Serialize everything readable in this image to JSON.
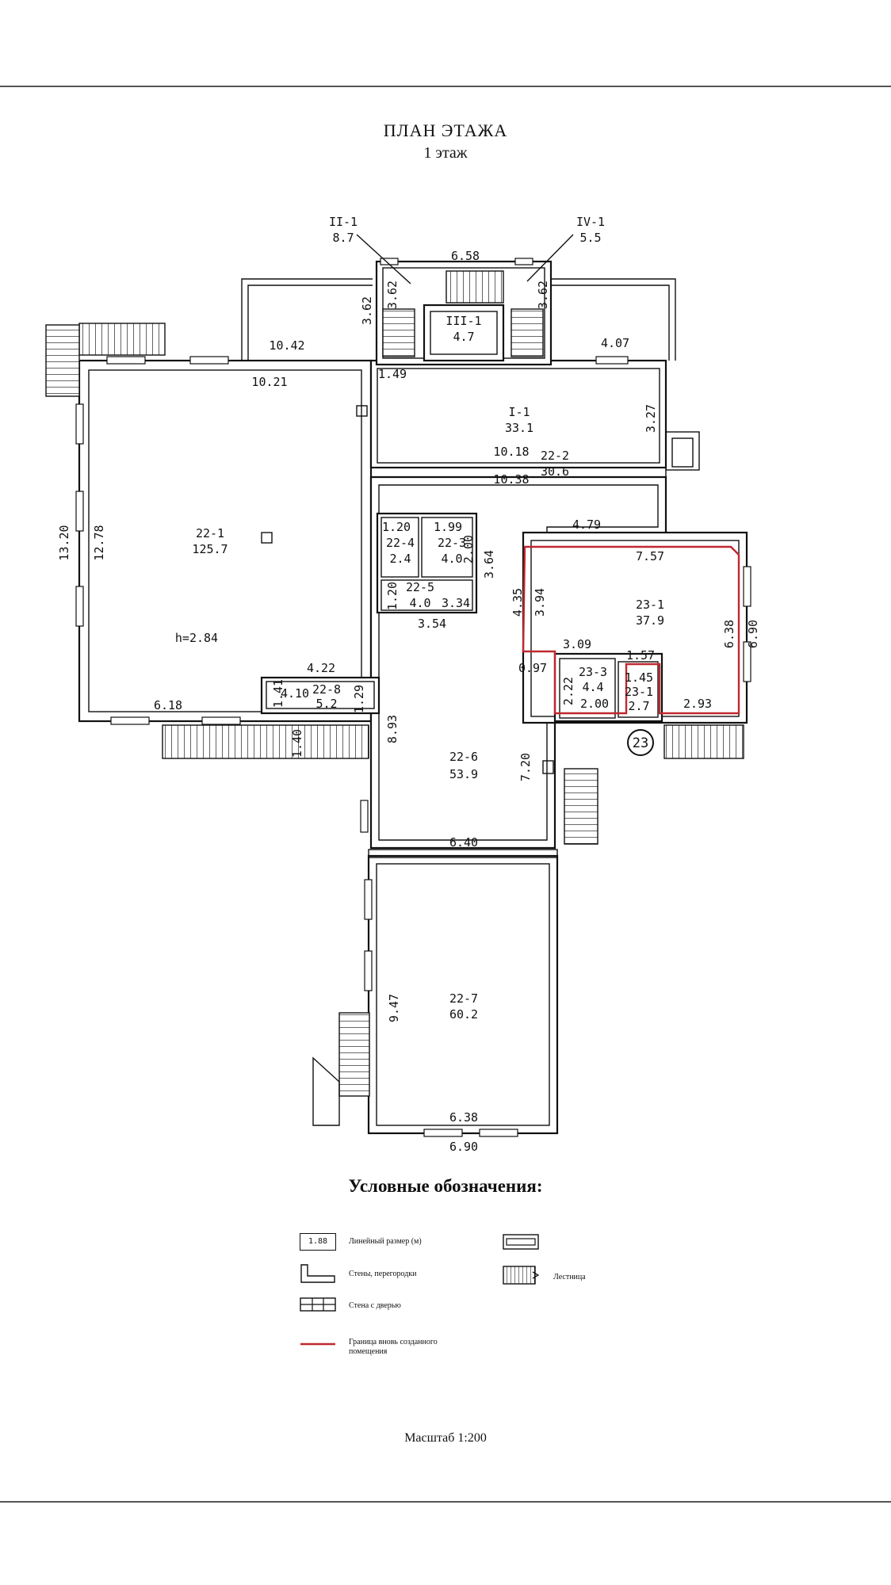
{
  "title": "ПЛАН ЭТАЖА",
  "subtitle": "1 этаж",
  "rooms": {
    "r22_1": {
      "id": "22-1",
      "area": "125.7"
    },
    "r22_2": {
      "id": "22-2",
      "area": "30.6"
    },
    "r22_3": {
      "id": "22-3",
      "area": "4.0"
    },
    "r22_4": {
      "id": "22-4",
      "area": "2.4"
    },
    "r22_5": {
      "id": "22-5",
      "area": "4.0"
    },
    "r22_6": {
      "id": "22-6",
      "area": "53.9"
    },
    "r22_7": {
      "id": "22-7",
      "area": "60.2"
    },
    "r22_8": {
      "id": "22-8",
      "area": "5.2"
    },
    "r23_1": {
      "id": "23-1",
      "area": "37.9"
    },
    "r23_3": {
      "id": "23-3",
      "area": "4.4"
    },
    "r23_1b": {
      "id": "23-1",
      "area": "2.7"
    },
    "rI_1": {
      "id": "I-1",
      "area": "33.1"
    },
    "rII_1": {
      "id": "II-1",
      "area": "8.7"
    },
    "rIII_1": {
      "id": "III-1",
      "area": "4.7"
    },
    "rIV_1": {
      "id": "IV-1",
      "area": "5.5"
    }
  },
  "height_label": "h=2.84",
  "section_marker": "23",
  "dims": {
    "d1": "6.58",
    "d2": "3.62",
    "d3": "3.62",
    "d4": "3.62",
    "d5": "10.42",
    "d6": "10.21",
    "d7": "1.49",
    "d8": "4.07",
    "d9": "3.27",
    "d10": "10.18",
    "d11": "10.38",
    "d12": "13.20",
    "d13": "12.78",
    "d14": "1.20",
    "d15": "1.99",
    "d16": "2.00",
    "d17": "3.64",
    "d18": "1.20",
    "d19": "3.34",
    "d20": "3.54",
    "d21": "4.79",
    "d22": "7.57",
    "d23": "4.35",
    "d24": "3.94",
    "d25": "6.38",
    "d26": "6.90",
    "d27": "3.09",
    "d28": "1.57",
    "d29": "0.97",
    "d30": "2.22",
    "d31": "2.00",
    "d32": "1.45",
    "d33": "2.93",
    "d34": "4.22",
    "d35": "1.41",
    "d36": "4.10",
    "d37": "1.29",
    "d38": "6.18",
    "d39": "1.40",
    "d40": "8.93",
    "d41": "7.20",
    "d42": "6.40",
    "d43": "9.47",
    "d44": "6.38",
    "d45": "6.90"
  },
  "legend": {
    "title": "Условные обозначения:",
    "dim_sample": "1.88",
    "items": [
      "Линейный размер (м)",
      "Стены, перегородки",
      "Стена с дверью",
      "Граница вновь созданного помещения",
      "Лестница"
    ],
    "boundary_color": "#c0282f"
  },
  "scale": "Масштаб 1:200"
}
